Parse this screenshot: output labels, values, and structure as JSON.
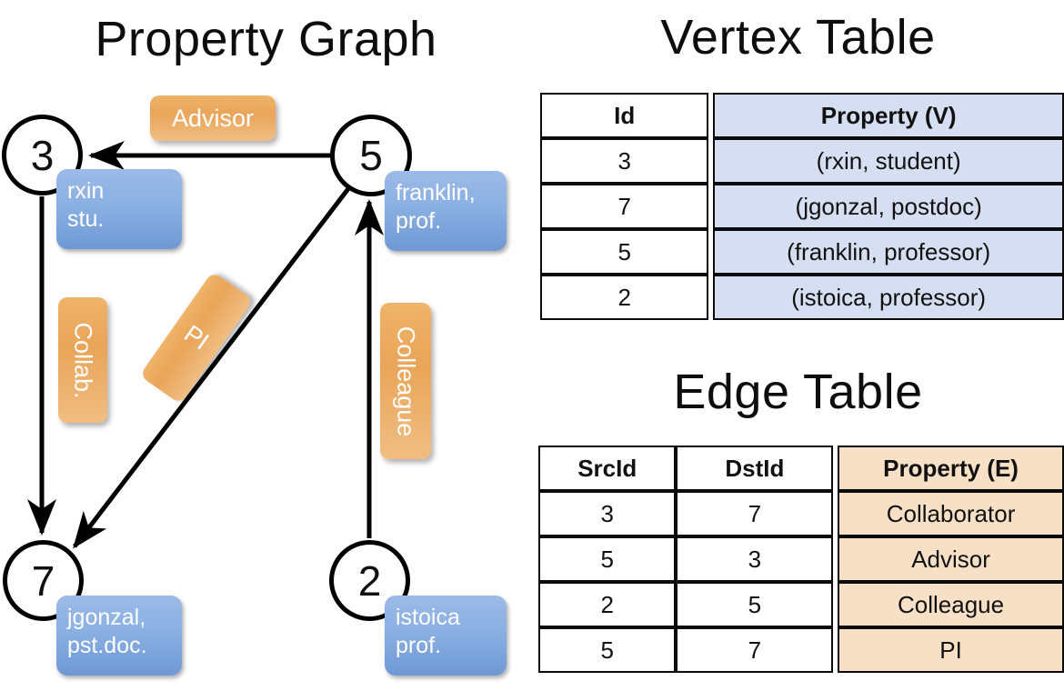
{
  "graph": {
    "title": "Property Graph",
    "nodes": [
      {
        "id": "3",
        "property_lines": [
          "rxin",
          "stu."
        ]
      },
      {
        "id": "5",
        "property_lines": [
          "franklin,",
          "prof."
        ]
      },
      {
        "id": "7",
        "property_lines": [
          "jgonzal,",
          "pst.doc."
        ]
      },
      {
        "id": "2",
        "property_lines": [
          "istoica",
          "prof."
        ]
      }
    ],
    "edge_labels": [
      {
        "name": "advisor",
        "text": "Advisor"
      },
      {
        "name": "collab",
        "text": "Collab."
      },
      {
        "name": "pi",
        "text": "PI"
      },
      {
        "name": "colleague",
        "text": "Colleague"
      }
    ]
  },
  "vertex_table": {
    "title": "Vertex Table",
    "headers": [
      "Id",
      "Property (V)"
    ],
    "rows": [
      [
        "3",
        "(rxin, student)"
      ],
      [
        "7",
        "(jgonzal, postdoc)"
      ],
      [
        "5",
        "(franklin, professor)"
      ],
      [
        "2",
        "(istoica, professor)"
      ]
    ]
  },
  "edge_table": {
    "title": "Edge Table",
    "headers": [
      "SrcId",
      "DstId",
      "Property (E)"
    ],
    "rows": [
      [
        "3",
        "7",
        "Collaborator"
      ],
      [
        "5",
        "3",
        "Advisor"
      ],
      [
        "2",
        "5",
        "Colleague"
      ],
      [
        "5",
        "7",
        "PI"
      ]
    ]
  },
  "colors": {
    "vertex_property_cell": "#d6dff1",
    "edge_property_cell": "#f8e0c7",
    "node_property_box": "#8ab0e2",
    "edge_label_box": "#e9a559",
    "stroke": "#000000"
  }
}
